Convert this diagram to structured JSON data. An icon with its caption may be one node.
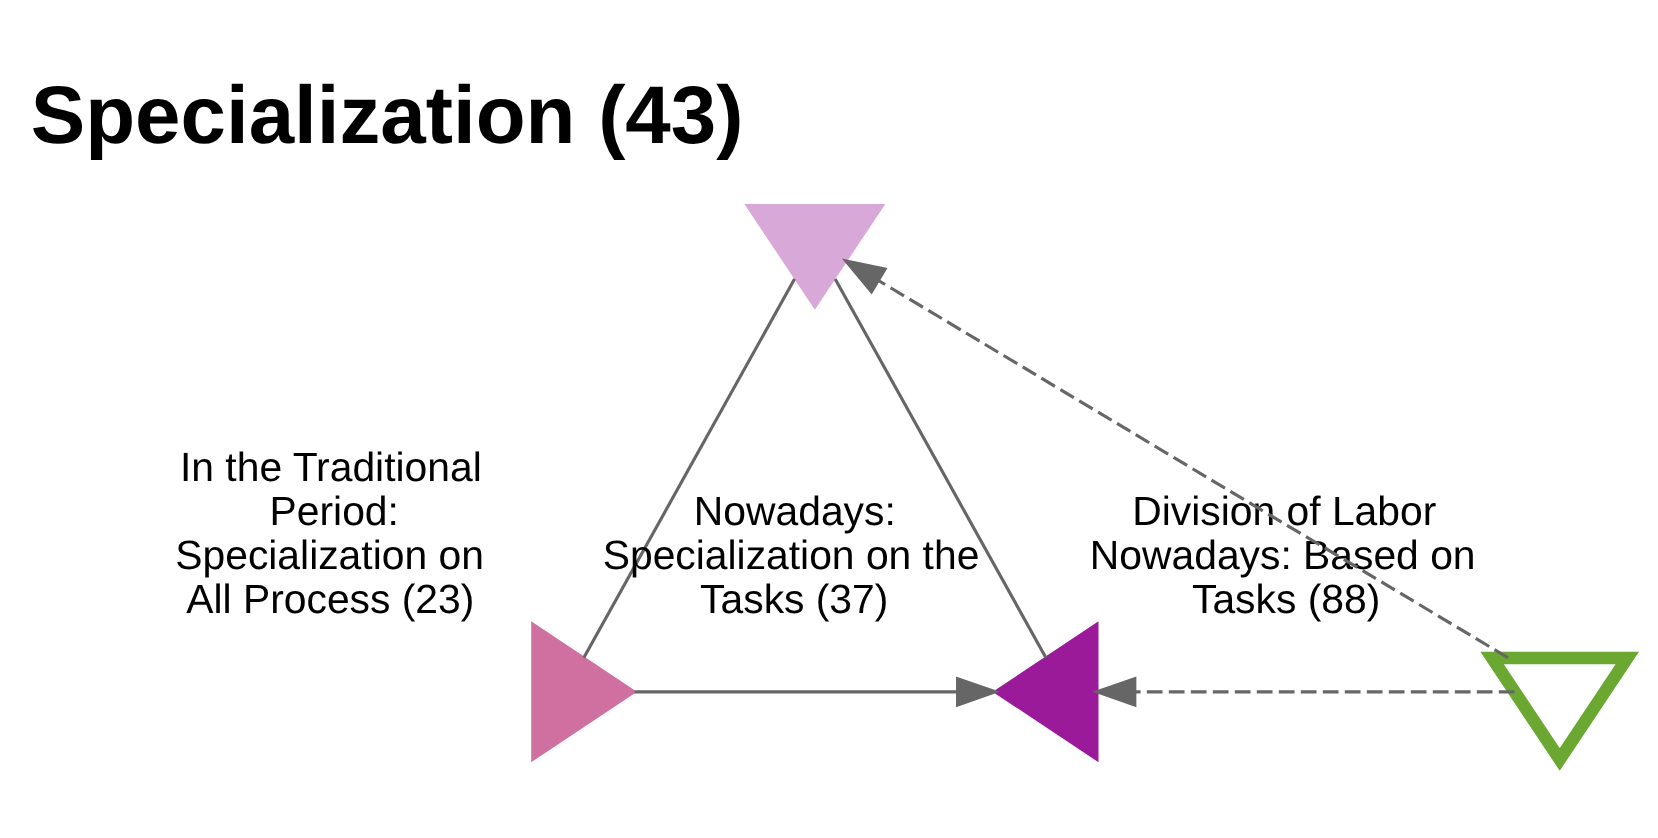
{
  "diagram": {
    "nodes": [
      {
        "text": [
          "Specialization (43)"
        ]
      },
      {
        "text": [
          "In the Traditional Period: Specialization on All Process (23)"
        ]
      },
      {
        "text": [
          "Nowadays: Specialization on the Tasks (37)"
        ]
      },
      {
        "text": [
          "Division of Labor Nowadays: Based on Tasks (88)"
        ]
      }
    ],
    "edges": [
      {
        "from": 0,
        "to": 1,
        "arrow": "none"
      },
      {
        "from": 0,
        "to": 2,
        "arrow": "none"
      },
      {
        "from": 1,
        "to": 2,
        "arrow": "to"
      },
      {
        "from": 3,
        "to": 2,
        "arrow": "to",
        "style": "dashed"
      },
      {
        "from": 3,
        "to": 0,
        "arrow": "to",
        "style": "dashed"
      }
    ]
  }
}
